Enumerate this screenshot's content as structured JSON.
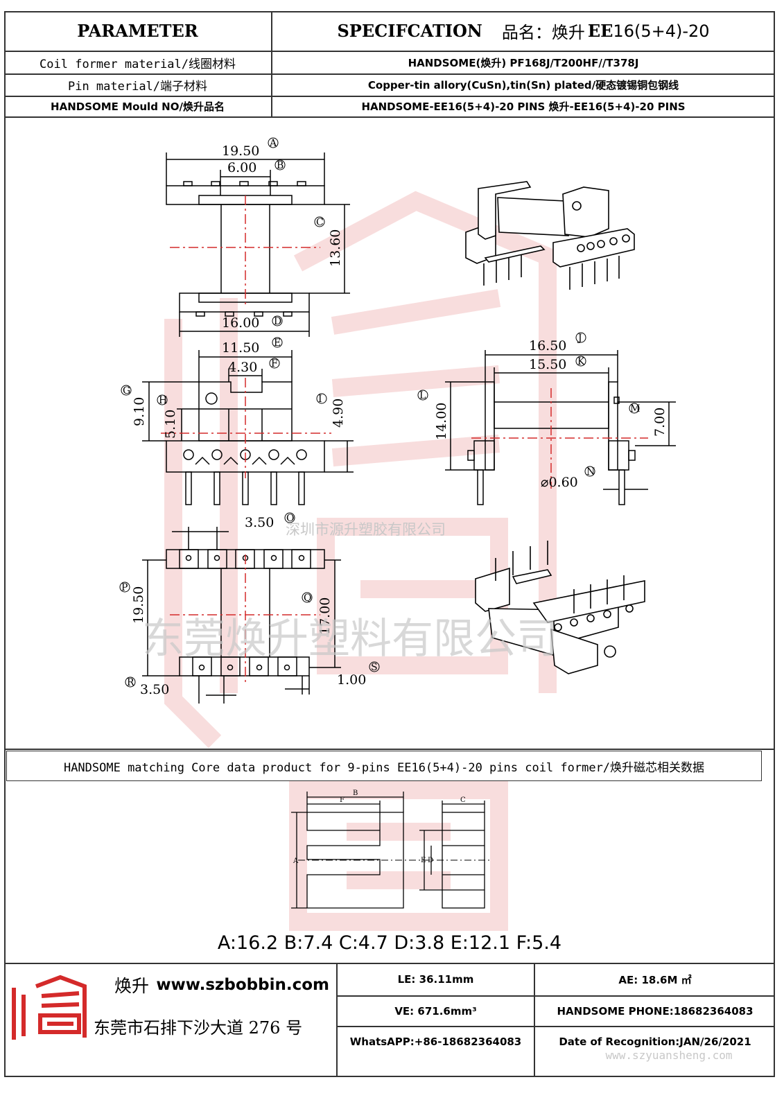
{
  "header": {
    "parameter_label": "PARAMETER",
    "spec_label": "SPECIFCATION",
    "product_prefix": "品名：焕升",
    "product_model_bold": "EE",
    "product_model_rest": "16(5+4)-20"
  },
  "rows": [
    {
      "param": "Coil former material/线圈材料",
      "value": "HANDSOME(焕升)  PF168J/T200HF//T378J"
    },
    {
      "param": "Pin material/端子材料",
      "value": "Copper-tin allory(CuSn),tin(Sn) plated/硬态镀锡铜包钢线"
    },
    {
      "param": "HANDSOME Mould NO/焕升品名",
      "value": "HANDSOME-EE16(5+4)-20 PINS   焕升-EE16(5+4)-20 PINS"
    }
  ],
  "dimensions": {
    "A": "19.50",
    "B": "6.00",
    "C": "13.60",
    "D": "16.00",
    "E": "11.50",
    "F": "4.30",
    "G": "9.10",
    "H": "5.10",
    "I": "4.90",
    "J": "16.50",
    "K": "15.50",
    "L": "14.00",
    "M": "7.00",
    "N": "⌀0.60",
    "O": "3.50",
    "P": "19.50",
    "Q": "17.00",
    "R": "3.50",
    "S": "1.00"
  },
  "dimension_letters": [
    "A",
    "B",
    "C",
    "D",
    "E",
    "F",
    "G",
    "H",
    "I",
    "J",
    "K",
    "L",
    "M",
    "N",
    "O",
    "P",
    "Q",
    "R",
    "S"
  ],
  "watermarks": {
    "small": "深圳市源升塑胶有限公司",
    "large": "东莞焕升塑料有限公司",
    "bottom": "www.szyuansheng.com"
  },
  "core_section": {
    "title": "HANDSOME matching Core data  product for 9-pins EE16(5+4)-20 pins coil former/焕升磁芯相关数据",
    "labels": [
      "A",
      "B",
      "C",
      "D",
      "E",
      "F"
    ],
    "values_line": "A:16.2 B:7.4 C:4.7 D:3.8 E:12.1 F:5.4"
  },
  "footer": {
    "brand": "焕升",
    "website": "www.szbobbin.com",
    "address": "东莞市石排下沙大道 276 号",
    "le": "LE: 36.11mm",
    "ae": "AE: 18.6M ㎡",
    "ve": "VE: 671.6mm³",
    "phone": "HANDSOME PHONE:18682364083",
    "whatsapp": "WhatsAPP:+86-18682364083",
    "date": "Date of Recognition:JAN/26/2021"
  },
  "colors": {
    "accent_red": "#d42a2a",
    "line": "#000000",
    "watermark": "#c8c8c8"
  }
}
